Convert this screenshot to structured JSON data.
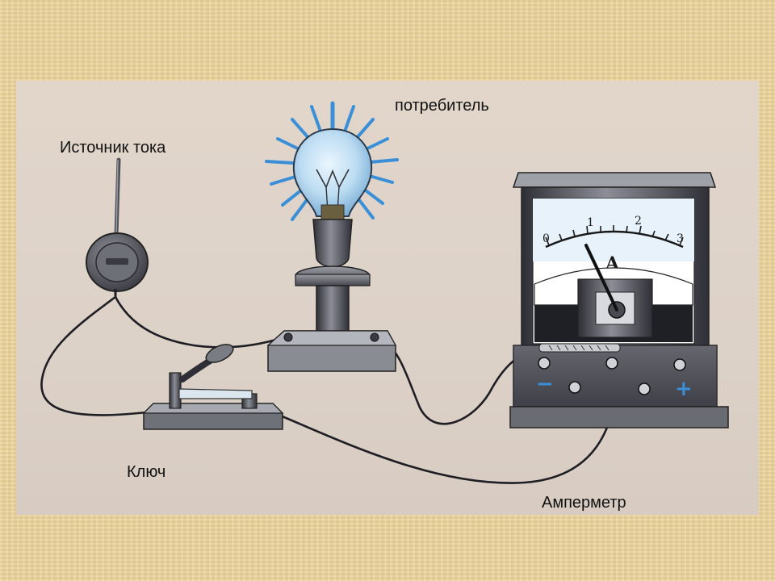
{
  "labels": {
    "source": "Источник тока",
    "consumer": "потребитель",
    "switch": "Ключ",
    "ammeter": "Амперметр"
  },
  "ammeter_face": {
    "unit": "A",
    "ticks": [
      "0",
      "1",
      "2",
      "3"
    ],
    "terminal_minus": "−",
    "terminal_plus": "+"
  },
  "colors": {
    "paper": "#ecd49a",
    "panel": "#ddd2c8",
    "glow": "#3a8fd8",
    "metal_dark": "#3a3a42",
    "metal_mid": "#7b7d86",
    "wire": "#1e1e24",
    "plus_sign": "#3a8fd8"
  }
}
